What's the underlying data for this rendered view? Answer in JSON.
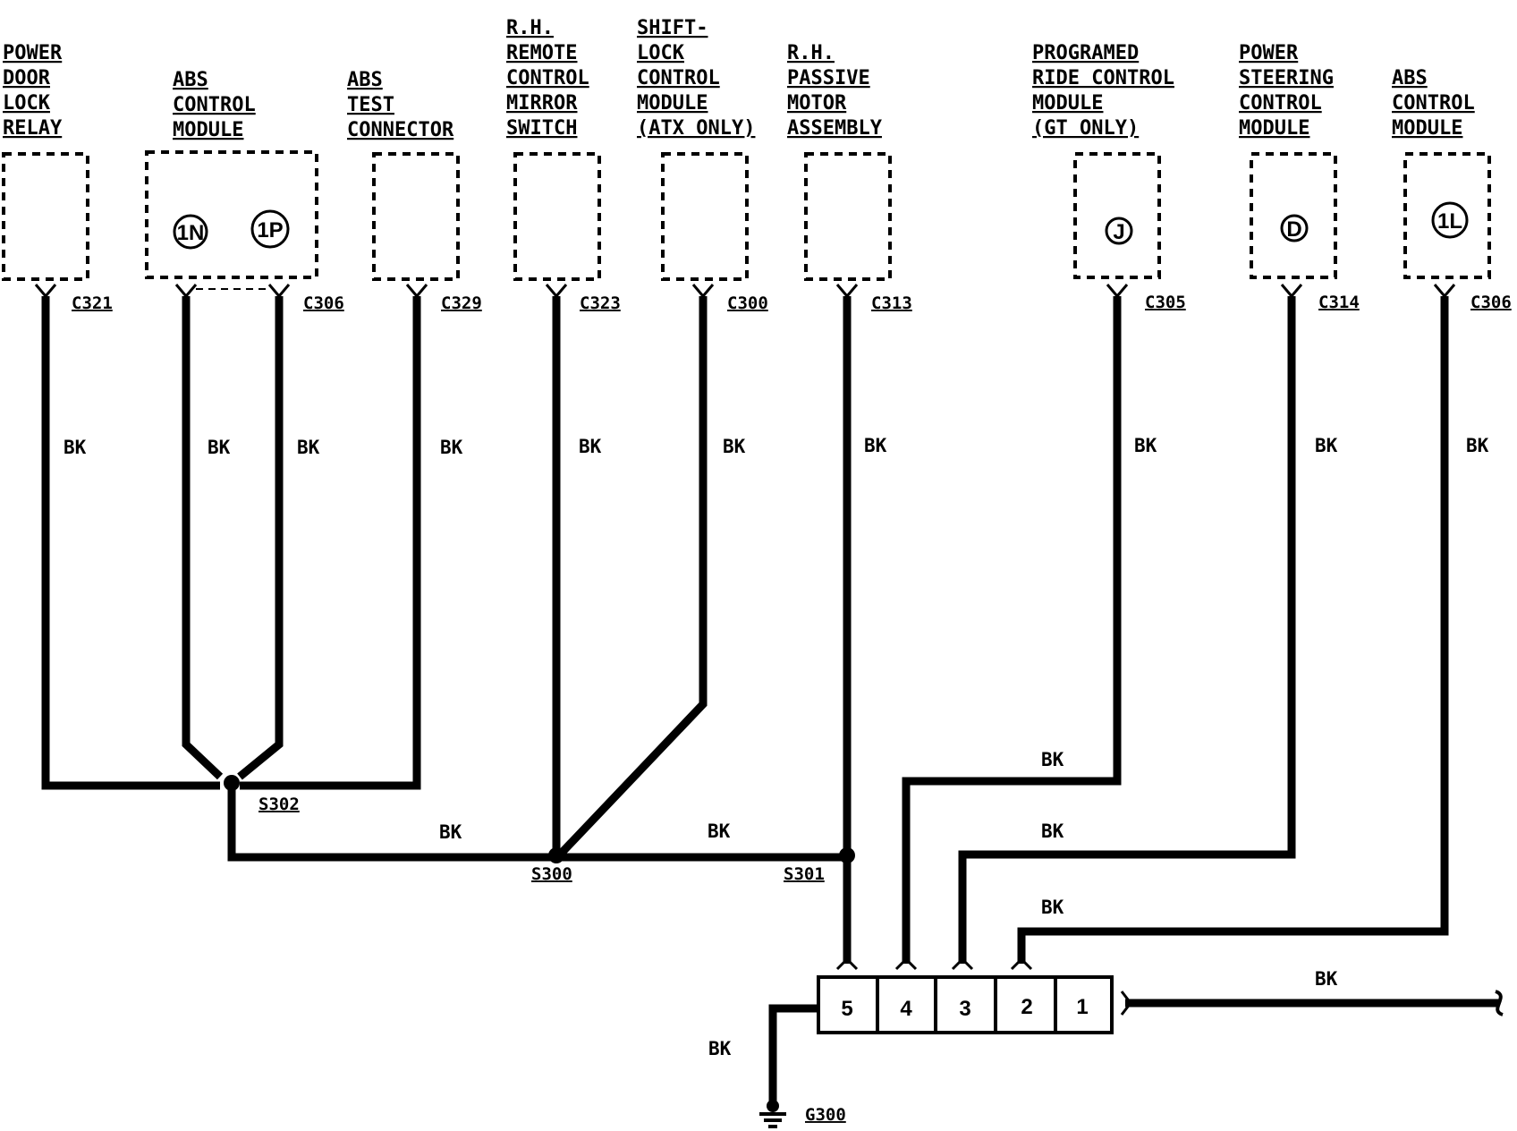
{
  "components": [
    {
      "id": "pdl",
      "lines": [
        "POWER",
        "DOOR",
        "LOCK",
        "RELAY"
      ],
      "connector": "C321",
      "wire_label": "BK"
    },
    {
      "id": "abs1",
      "lines": [
        "ABS",
        "CONTROL",
        "MODULE"
      ],
      "connector": "C306",
      "terminals": [
        "1N",
        "1P"
      ],
      "wire_labels": [
        "BK",
        "BK"
      ]
    },
    {
      "id": "abstest",
      "lines": [
        "ABS",
        "TEST",
        "CONNECTOR"
      ],
      "connector": "C329",
      "wire_label": "BK"
    },
    {
      "id": "mirror",
      "lines": [
        "R.H.",
        "REMOTE",
        "CONTROL",
        "MIRROR",
        "SWITCH"
      ],
      "connector": "C323",
      "wire_label": "BK"
    },
    {
      "id": "shift",
      "lines": [
        "SHIFT-",
        "LOCK",
        "CONTROL",
        "MODULE",
        "(ATX ONLY)"
      ],
      "connector": "C300",
      "wire_label": "BK"
    },
    {
      "id": "passive",
      "lines": [
        "R.H.",
        "PASSIVE",
        "MOTOR",
        "ASSEMBLY"
      ],
      "connector": "C313",
      "wire_label": "BK"
    },
    {
      "id": "ride",
      "lines": [
        "PROGRAMED",
        "RIDE CONTROL",
        "MODULE",
        "(GT ONLY)"
      ],
      "connector": "C305",
      "terminal": "J",
      "wire_label": "BK"
    },
    {
      "id": "steer",
      "lines": [
        "POWER",
        "STEERING",
        "CONTROL",
        "MODULE"
      ],
      "connector": "C314",
      "terminal": "D",
      "wire_label": "BK"
    },
    {
      "id": "abs2",
      "lines": [
        "ABS",
        "CONTROL",
        "MODULE"
      ],
      "connector": "C306",
      "terminal": "1L",
      "wire_label": "BK"
    }
  ],
  "splices": [
    "S302",
    "S300",
    "S301"
  ],
  "splice_wire_labels": [
    "BK",
    "BK"
  ],
  "ground_block": {
    "pins": [
      "5",
      "4",
      "3",
      "2",
      "1"
    ],
    "input_wire_labels": [
      "BK",
      "BK",
      "BK"
    ],
    "output_wire_label": "BK",
    "ground_wire_label": "BK"
  },
  "ground": "G300"
}
